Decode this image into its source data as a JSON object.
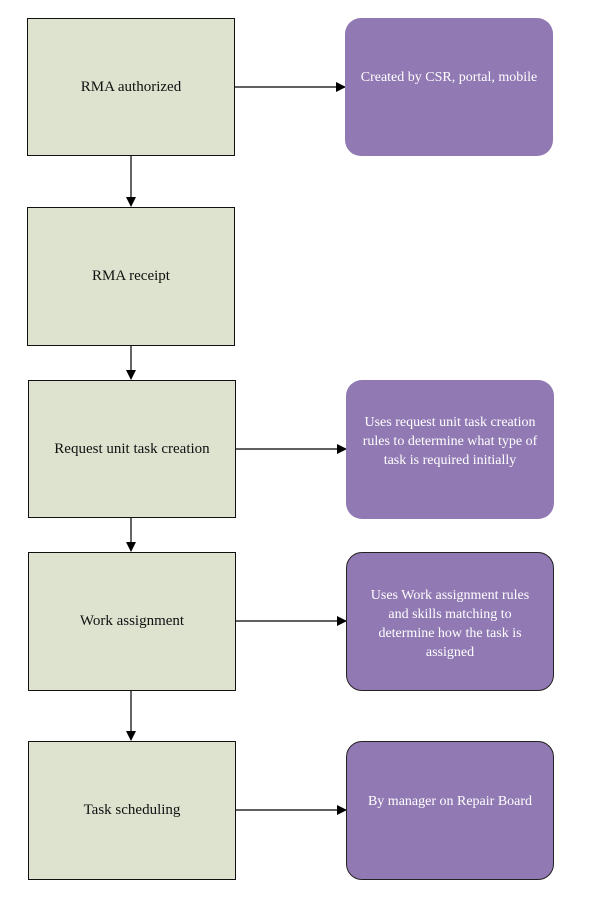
{
  "steps": [
    {
      "id": "rma-authorized",
      "label": "RMA authorized"
    },
    {
      "id": "rma-receipt",
      "label": "RMA receipt"
    },
    {
      "id": "request-unit-task-creation",
      "label": "Request unit task creation"
    },
    {
      "id": "work-assignment",
      "label": "Work assignment"
    },
    {
      "id": "task-scheduling",
      "label": "Task scheduling"
    }
  ],
  "notes": [
    {
      "for": "rma-authorized",
      "text": "Created by CSR, portal, mobile"
    },
    {
      "for": "request-unit-task-creation",
      "text": "Uses request unit task creation rules to determine what type of task is required initially"
    },
    {
      "for": "work-assignment",
      "text": "Uses Work assignment rules and skills matching to determine how the task is assigned"
    },
    {
      "for": "task-scheduling",
      "text": "By manager on Repair Board"
    }
  ],
  "colors": {
    "step_fill": "#dde3cf",
    "note_fill": "#9179b3",
    "line": "#000000"
  }
}
